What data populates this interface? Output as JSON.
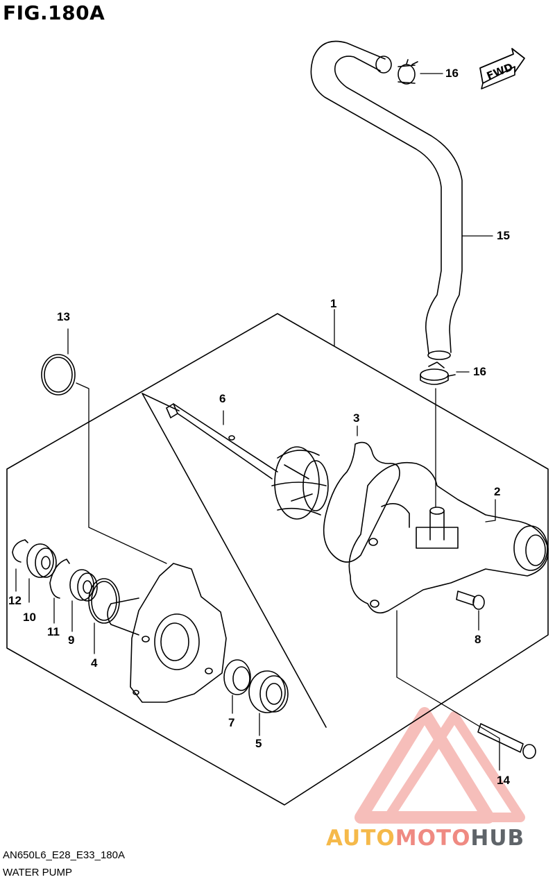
{
  "figure": {
    "title": "FIG.180A"
  },
  "footer": {
    "code": "AN650L6_E28_E33_180A",
    "name": "WATER PUMP"
  },
  "direction_badge": {
    "label": "FWD"
  },
  "callouts": [
    {
      "id": "c1",
      "label": "1"
    },
    {
      "id": "c2",
      "label": "2"
    },
    {
      "id": "c3",
      "label": "3"
    },
    {
      "id": "c4",
      "label": "4"
    },
    {
      "id": "c5",
      "label": "5"
    },
    {
      "id": "c6",
      "label": "6"
    },
    {
      "id": "c7",
      "label": "7"
    },
    {
      "id": "c8",
      "label": "8"
    },
    {
      "id": "c9",
      "label": "9"
    },
    {
      "id": "c10",
      "label": "10"
    },
    {
      "id": "c11",
      "label": "11"
    },
    {
      "id": "c12",
      "label": "12"
    },
    {
      "id": "c13",
      "label": "13"
    },
    {
      "id": "c14",
      "label": "14"
    },
    {
      "id": "c15",
      "label": "15"
    },
    {
      "id": "c16a",
      "label": "16"
    },
    {
      "id": "c16b",
      "label": "16"
    }
  ],
  "watermark": {
    "part1": "AUTO",
    "part2": "MOTO",
    "part3": "HUB",
    "colors": {
      "auto": "#f5b94a",
      "moto": "#ef8a82",
      "hub": "#5f6469",
      "logo": "#ef8a82"
    }
  }
}
